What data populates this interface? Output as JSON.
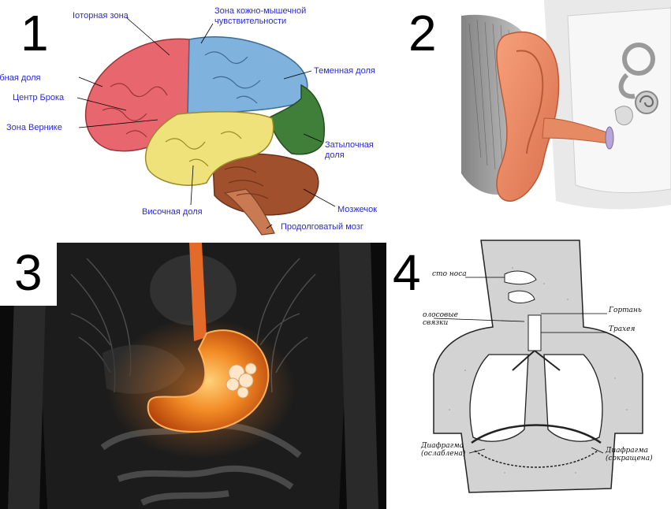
{
  "panels": [
    {
      "number": "1",
      "labels": {
        "motor_zone": "Ioторная зона",
        "somatosensory": "Зона кожно-мышечной\nчувствительности",
        "partial_left": "Лобная доля",
        "broca": "Центр Брока",
        "wernicke": "Зона Вернике",
        "parietal": "Теменная доля",
        "occipital": "Затылочная\nдоля",
        "temporal": "Височная доля",
        "cerebellum": "Мозжечок",
        "medulla": "Продолговатый мозг"
      },
      "colors": {
        "frontal": "#e8676e",
        "parietal": "#7fb2dc",
        "temporal": "#f0e27a",
        "occipital": "#3f7f3a",
        "cerebellum": "#a0502c",
        "label": "#2a2ad8"
      }
    },
    {
      "number": "2"
    },
    {
      "number": "3"
    },
    {
      "number": "4",
      "labels": {
        "nose": "сто носа",
        "vocal": "олосовые\nсвязки",
        "larynx": "Гортань",
        "trachea": "Трахея",
        "diaphragm_left": "Диафрагма\n(ослаблена)",
        "diaphragm_right": "Диафрагма\n(сокращена)"
      }
    }
  ]
}
